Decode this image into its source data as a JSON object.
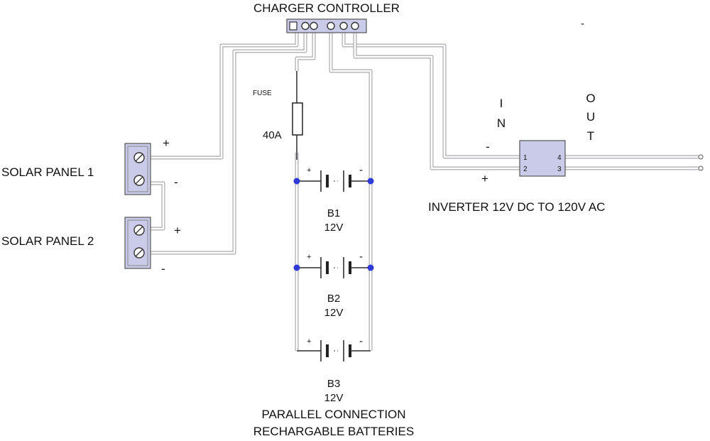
{
  "controller": {
    "title": "CHARGER CONTROLLER",
    "dash_mark": "-"
  },
  "solar": {
    "panel1_label": "SOLAR PANEL 1",
    "panel2_label": "SOLAR PANEL 2",
    "p1_plus": "+",
    "p1_minus": "-",
    "p2_plus": "+",
    "p2_minus": "-"
  },
  "fuse": {
    "label": "FUSE",
    "rating": "40A"
  },
  "batteries": [
    {
      "name": "B1",
      "voltage": "12V",
      "plus": "+",
      "minus": "-"
    },
    {
      "name": "B2",
      "voltage": "12V",
      "plus": "+",
      "minus": "-"
    },
    {
      "name": "B3",
      "voltage": "12V",
      "plus": "+",
      "minus": "-"
    }
  ],
  "battery_caption": {
    "line1": "PARALLEL CONNECTION",
    "line2": "RECHARGABLE BATTERIES"
  },
  "inverter": {
    "label": "INVERTER 12V DC TO 120V AC",
    "in_letters": [
      "I",
      "N"
    ],
    "out_letters": [
      "O",
      "U",
      "T"
    ],
    "in_minus": "-",
    "in_plus": "+",
    "pins": [
      "1",
      "2",
      "4",
      "3"
    ]
  },
  "colors": {
    "node": "#2f3bd6",
    "terminal_fill": "#c9cbe8",
    "wire": "#a8a8b0"
  }
}
